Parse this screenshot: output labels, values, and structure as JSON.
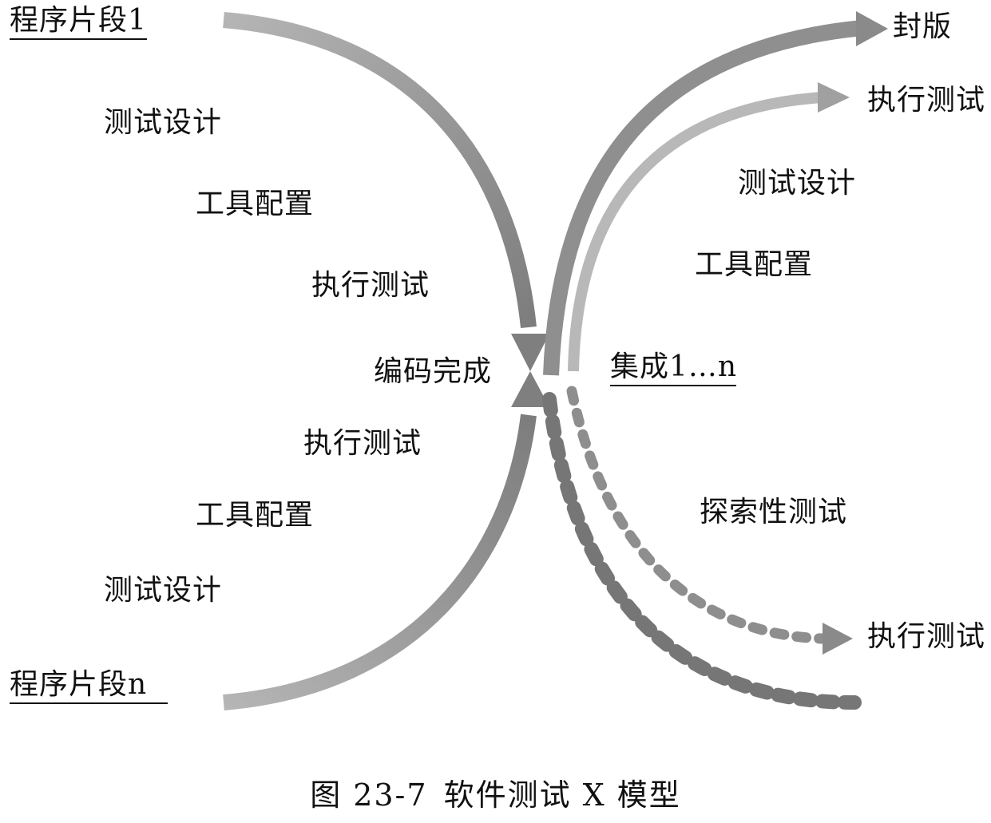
{
  "diagram": {
    "left_start_top": "程序片段1",
    "left_start_bottom": "程序片段n",
    "left_upper_steps": [
      "测试设计",
      "工具配置",
      "执行测试"
    ],
    "left_lower_steps": [
      "执行测试",
      "工具配置",
      "测试设计"
    ],
    "center_label": "编码完成",
    "integration_label": "集成1…n",
    "right_upper_steps": [
      "测试设计",
      "工具配置"
    ],
    "output_release": "封版",
    "output_execute_upper": "执行测试",
    "exploratory_label": "探索性测试",
    "output_execute_lower": "执行测试"
  },
  "caption": {
    "prefix": "图",
    "number": "23-7",
    "title": "软件测试 X 模型"
  },
  "colors": {
    "arrow_dark": "#8a8a8a",
    "arrow_light": "#b8b8b8",
    "dash_dark": "#7a7a7a",
    "dash_light": "#9a9a9a",
    "text": "#111111"
  }
}
